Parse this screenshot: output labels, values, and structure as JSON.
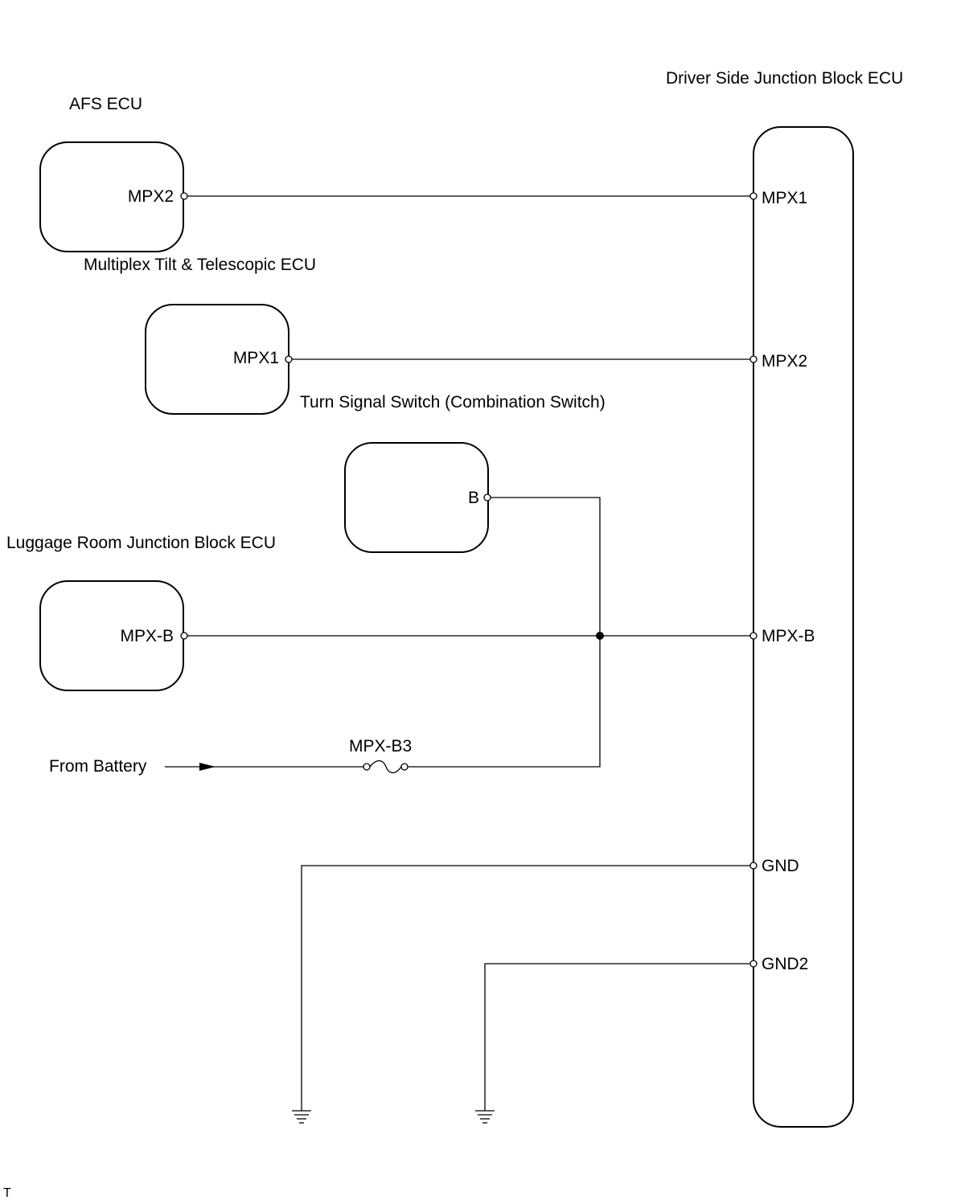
{
  "components": {
    "afs_ecu": {
      "name": "AFS ECU",
      "pin": "MPX2"
    },
    "tilt_ecu": {
      "name": "Multiplex Tilt & Telescopic ECU",
      "pin": "MPX1"
    },
    "turn_switch": {
      "name": "Turn Signal Switch (Combination Switch)",
      "pin": "B"
    },
    "luggage_ecu": {
      "name": "Luggage Room Junction Block ECU",
      "pin": "MPX-B"
    },
    "driver_ecu": {
      "name": "Driver Side Junction Block ECU",
      "pins": {
        "mpx1": "MPX1",
        "mpx2": "MPX2",
        "mpxb": "MPX-B",
        "gnd": "GND",
        "gnd2": "GND2"
      }
    }
  },
  "power": {
    "source": "From Battery",
    "fuse": "MPX-B3"
  },
  "footer_mark": "T"
}
